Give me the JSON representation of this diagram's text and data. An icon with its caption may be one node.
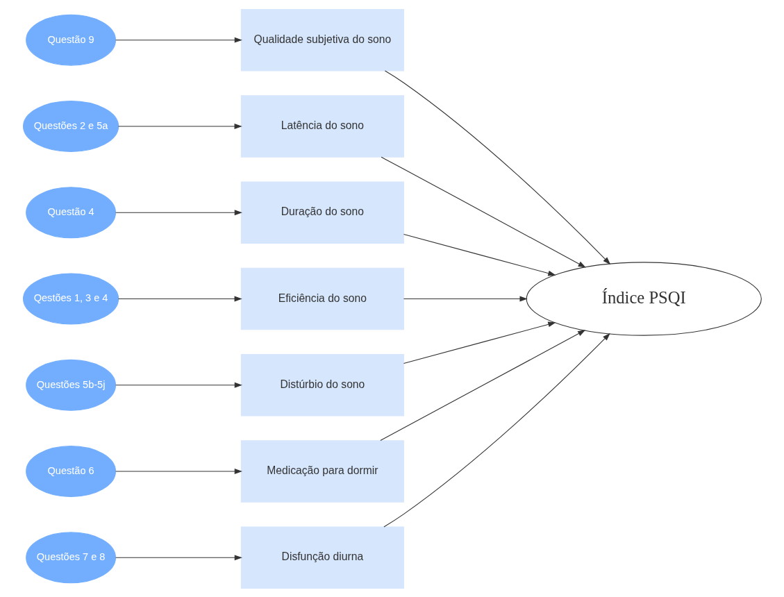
{
  "diagram": {
    "nodes": [
      {
        "text": [
          "Questão 9"
        ]
      },
      {
        "text": [
          "Qualidade subjetiva do sono"
        ]
      },
      {
        "text": [
          "Questões 2 e 5a"
        ]
      },
      {
        "text": [
          "Latência do sono"
        ]
      },
      {
        "text": [
          "Questão 4"
        ]
      },
      {
        "text": [
          "Duração do sono"
        ]
      },
      {
        "text": [
          "Qestões 1, 3 e 4"
        ]
      },
      {
        "text": [
          "Eficiência do sono"
        ]
      },
      {
        "text": [
          "Questões 5b-5j"
        ]
      },
      {
        "text": [
          "Distúrbio do sono"
        ]
      },
      {
        "text": [
          "Questão 6"
        ]
      },
      {
        "text": [
          "Medicação para dormir"
        ]
      },
      {
        "text": [
          "Questões 7 e 8"
        ]
      },
      {
        "text": [
          "Disfunção diurna"
        ]
      },
      {
        "text": [
          "Índice PSQI"
        ]
      }
    ],
    "edges": [
      {
        "from": 0,
        "to": 1,
        "arrow": "to"
      },
      {
        "from": 2,
        "to": 3,
        "arrow": "to"
      },
      {
        "from": 4,
        "to": 5,
        "arrow": "to"
      },
      {
        "from": 6,
        "to": 7,
        "arrow": "to"
      },
      {
        "from": 8,
        "to": 9,
        "arrow": "to"
      },
      {
        "from": 10,
        "to": 11,
        "arrow": "to"
      },
      {
        "from": 12,
        "to": 13,
        "arrow": "to"
      },
      {
        "from": 1,
        "to": 14,
        "arrow": "to"
      },
      {
        "from": 3,
        "to": 14,
        "arrow": "to"
      },
      {
        "from": 5,
        "to": 14,
        "arrow": "to"
      },
      {
        "from": 7,
        "to": 14,
        "arrow": "to"
      },
      {
        "from": 9,
        "to": 14,
        "arrow": "to"
      },
      {
        "from": 11,
        "to": 14,
        "arrow": "to"
      },
      {
        "from": 13,
        "to": 14,
        "arrow": "to"
      }
    ]
  }
}
